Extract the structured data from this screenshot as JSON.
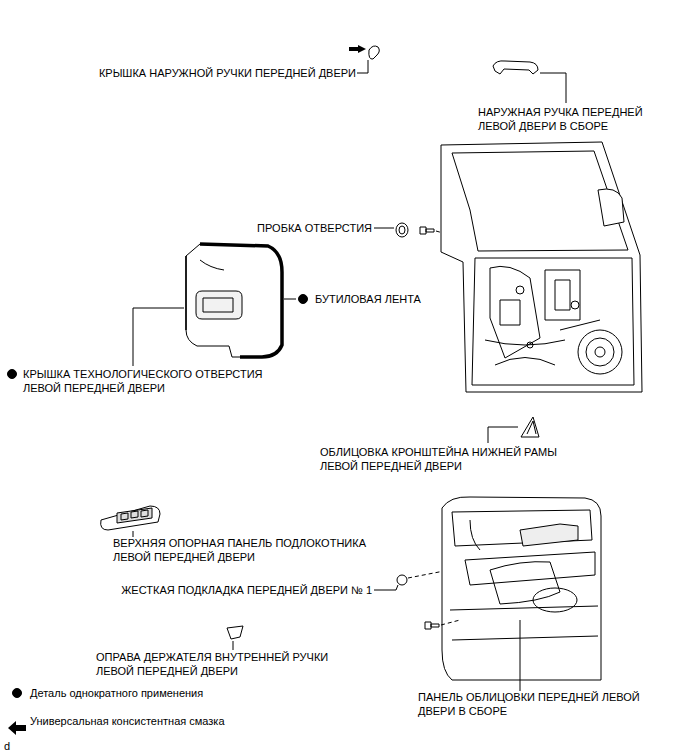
{
  "diagram": {
    "labels": [
      "КРЫШКА НАРУЖНОЙ РУЧКИ ПЕРЕДНЕЙ ДВЕРИ",
      "НАРУЖНАЯ РУЧКА ПЕРЕДНЕЙ ЛЕВОЙ ДВЕРИ В СБОРЕ",
      "ПРОБКА ОТВЕРСТИЯ",
      "БУТИЛОВАЯ ЛЕНТА",
      "КРЫШКА ТЕХНОЛОГИЧЕСКОГО ОТВЕРСТИЯ ЛЕВОЙ ПЕРЕДНЕЙ ДВЕРИ",
      "ОБЛИЦОВКА КРОНШТЕЙНА НИЖНЕЙ РАМЫ ЛЕВОЙ ПЕРЕДНЕЙ ДВЕРИ",
      "ВЕРХНЯЯ ОПОРНАЯ ПАНЕЛЬ ПОДЛОКОТНИКА ЛЕВОЙ ПЕРЕДНЕЙ ДВЕРИ",
      "ЖЕСТКАЯ ПОДКЛАДКА ПЕРЕДНЕЙ ДВЕРИ № 1",
      "ОПРАВА ДЕРЖАТЕЛЯ ВНУТРЕННЕЙ РУЧКИ ЛЕВОЙ ПЕРЕДНЕЙ ДВЕРИ",
      "ПАНЕЛЬ ОБЛИЦОВКИ ПЕРЕДНЕЙ ЛЕВОЙ ДВЕРИ В СБОРЕ",
      "d"
    ],
    "legend": [
      {
        "text": "Деталь однократного применения"
      },
      {
        "text": "Универсальная консистентная смазка"
      }
    ]
  }
}
